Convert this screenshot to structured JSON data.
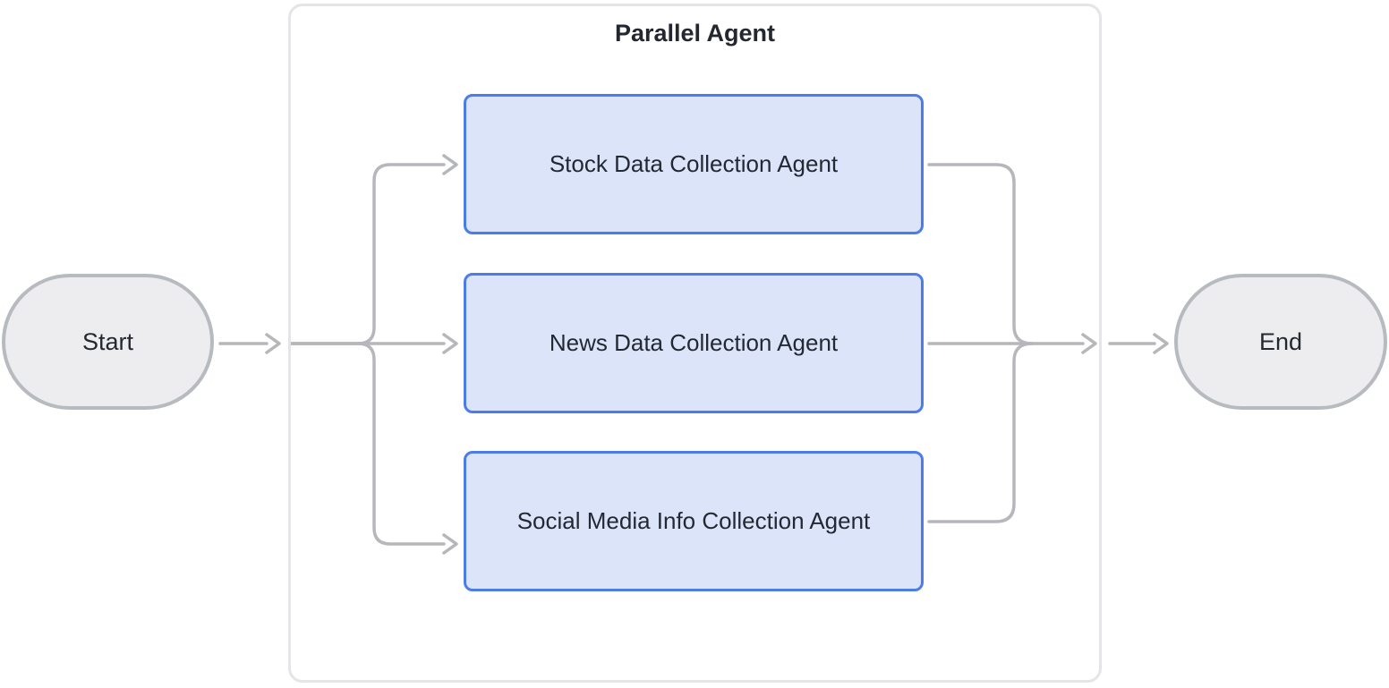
{
  "diagram": {
    "type": "flowchart",
    "direction": "left-to-right",
    "container": {
      "title": "Parallel Agent"
    },
    "nodes": {
      "start": {
        "label": "Start",
        "shape": "stadium"
      },
      "end": {
        "label": "End",
        "shape": "stadium"
      },
      "agents": [
        {
          "label": "Stock Data Collection Agent",
          "shape": "rounded-rect"
        },
        {
          "label": "News Data Collection Agent",
          "shape": "rounded-rect"
        },
        {
          "label": "Social Media Info Collection Agent",
          "shape": "rounded-rect"
        }
      ]
    },
    "edges": [
      {
        "from": "Start",
        "to": "Parallel Agent"
      },
      {
        "from": "fork",
        "to": "Stock Data Collection Agent"
      },
      {
        "from": "fork",
        "to": "News Data Collection Agent"
      },
      {
        "from": "fork",
        "to": "Social Media Info Collection Agent"
      },
      {
        "from": "Stock Data Collection Agent",
        "to": "join"
      },
      {
        "from": "News Data Collection Agent",
        "to": "join"
      },
      {
        "from": "Social Media Info Collection Agent",
        "to": "join"
      },
      {
        "from": "Parallel Agent",
        "to": "End"
      }
    ],
    "colors": {
      "agent_fill": "#dbe4f9",
      "agent_border": "#4c7ce9",
      "terminal_fill": "#ededef",
      "terminal_border": "#b7babe",
      "connector": "#b5b7bb",
      "container_border": "#e5e5e9",
      "text": "#232933",
      "background": "#ffffff"
    }
  }
}
